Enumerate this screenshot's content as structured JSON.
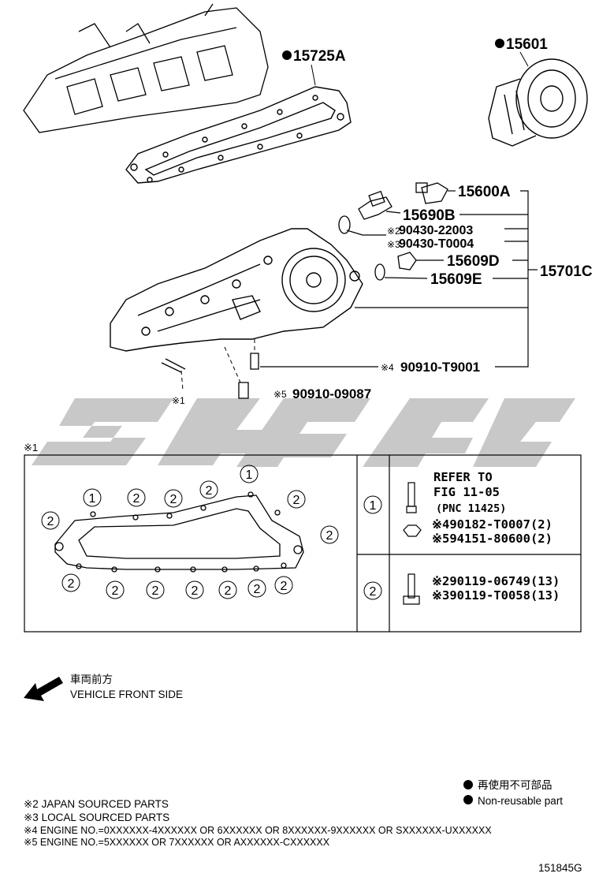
{
  "callouts": {
    "gasket": "15725A",
    "filter": "15601",
    "plug_a": "15600A",
    "sensor": "15690B",
    "gasket_jp": "90430-22003",
    "gasket_local": "90430-T0004",
    "plug_d": "15609D",
    "plug_e": "15609E",
    "cooler": "15701C",
    "stud": "90910-T9001",
    "stud2": "90910-09087",
    "mark2": "※2",
    "mark3": "※3",
    "mark4": "※4",
    "mark5": "※5",
    "mark1": "※1"
  },
  "detail_box": {
    "label": "※1",
    "circle_1": "1",
    "circle_2": "2",
    "row1_refer": "REFER TO",
    "row1_fig": "FIG 11-05",
    "row1_pnc": "(PNC 11425)",
    "row1_part_a": "※490182-T0007(2)",
    "row1_part_b": "※594151-80600(2)",
    "row2_part_a": "※290119-06749(13)",
    "row2_part_b": "※390119-T0058(13)"
  },
  "direction": {
    "jp": "車両前方",
    "en": "VEHICLE FRONT SIDE"
  },
  "legend": {
    "jp": "再使用不可部品",
    "en": "Non-reusable part"
  },
  "footnotes": [
    "※2 JAPAN SOURCED PARTS",
    "※3 LOCAL SOURCED PARTS",
    "※4 ENGINE NO.=0XXXXXX-4XXXXXX OR 6XXXXXX OR 8XXXXXX-9XXXXXX OR SXXXXXX-UXXXXXX",
    "※5 ENGINE NO.=5XXXXXX OR 7XXXXXX OR AXXXXXX-CXXXXXX"
  ],
  "figure_id": "151845G",
  "colors": {
    "ink": "#000000",
    "watermark": "#c8c8c8",
    "paper": "#ffffff"
  }
}
